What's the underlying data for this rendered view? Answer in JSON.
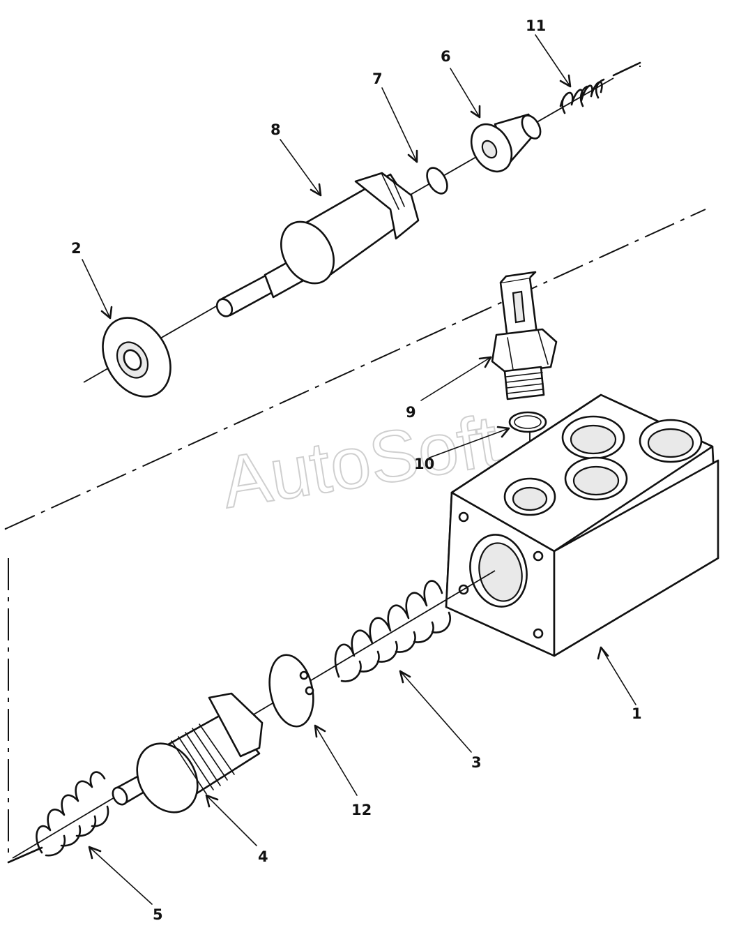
{
  "diagram": {
    "callouts": {
      "c1": "1",
      "c2": "2",
      "c3": "3",
      "c4": "4",
      "c5": "5",
      "c6": "6",
      "c7": "7",
      "c8": "8",
      "c9": "9",
      "c10": "10",
      "c11": "11",
      "c12": "12"
    },
    "watermark": "AutoSoft"
  }
}
